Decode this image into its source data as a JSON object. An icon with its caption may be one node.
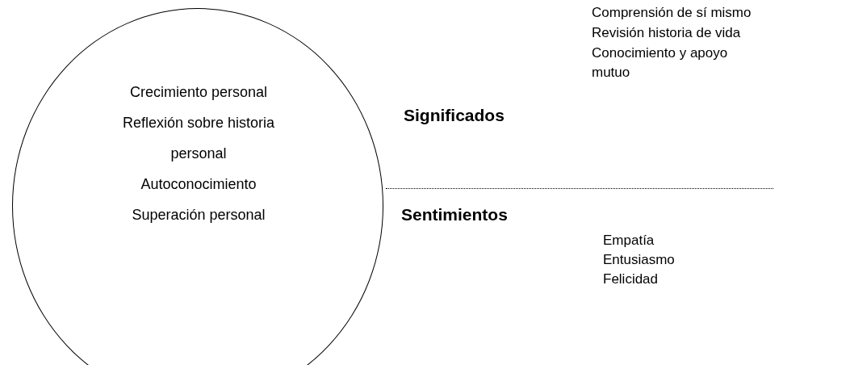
{
  "diagram": {
    "nodes": [
      {
        "text": [
          "Crecimiento personal",
          "Reflexión sobre historia personal",
          "Autoconocimiento",
          "Superación personal"
        ]
      }
    ],
    "labels": [
      "Comprensión de sí mismo",
      "Revisión historia de vida",
      "Conocimiento y apoyo mutuo",
      "Significados",
      "Sentimientos",
      "Empatía",
      "Entusiasmo",
      "Felicidad"
    ]
  }
}
